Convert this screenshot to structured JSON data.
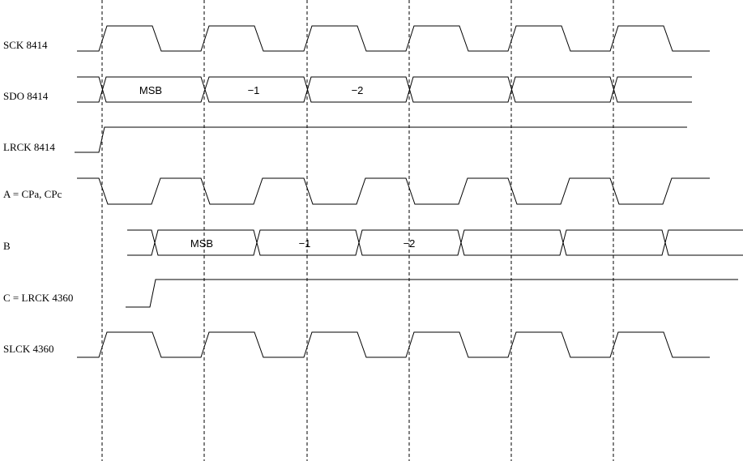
{
  "signals": [
    {
      "id": "sck8414",
      "label": "SCK 8414"
    },
    {
      "id": "sdo8414",
      "label": "SDO 8414",
      "bus_labels": [
        "MSB",
        "−1",
        "−2",
        "",
        "",
        ""
      ]
    },
    {
      "id": "lrck8414",
      "label": "LRCK 8414"
    },
    {
      "id": "a",
      "label": "A = CPa, CPc"
    },
    {
      "id": "b",
      "label": "B",
      "bus_labels": [
        "MSB",
        "−1",
        "−2",
        "",
        "",
        ""
      ]
    },
    {
      "id": "c",
      "label": "C = LRCK 4360"
    },
    {
      "id": "slck4360",
      "label": "SLCK 4360"
    }
  ]
}
